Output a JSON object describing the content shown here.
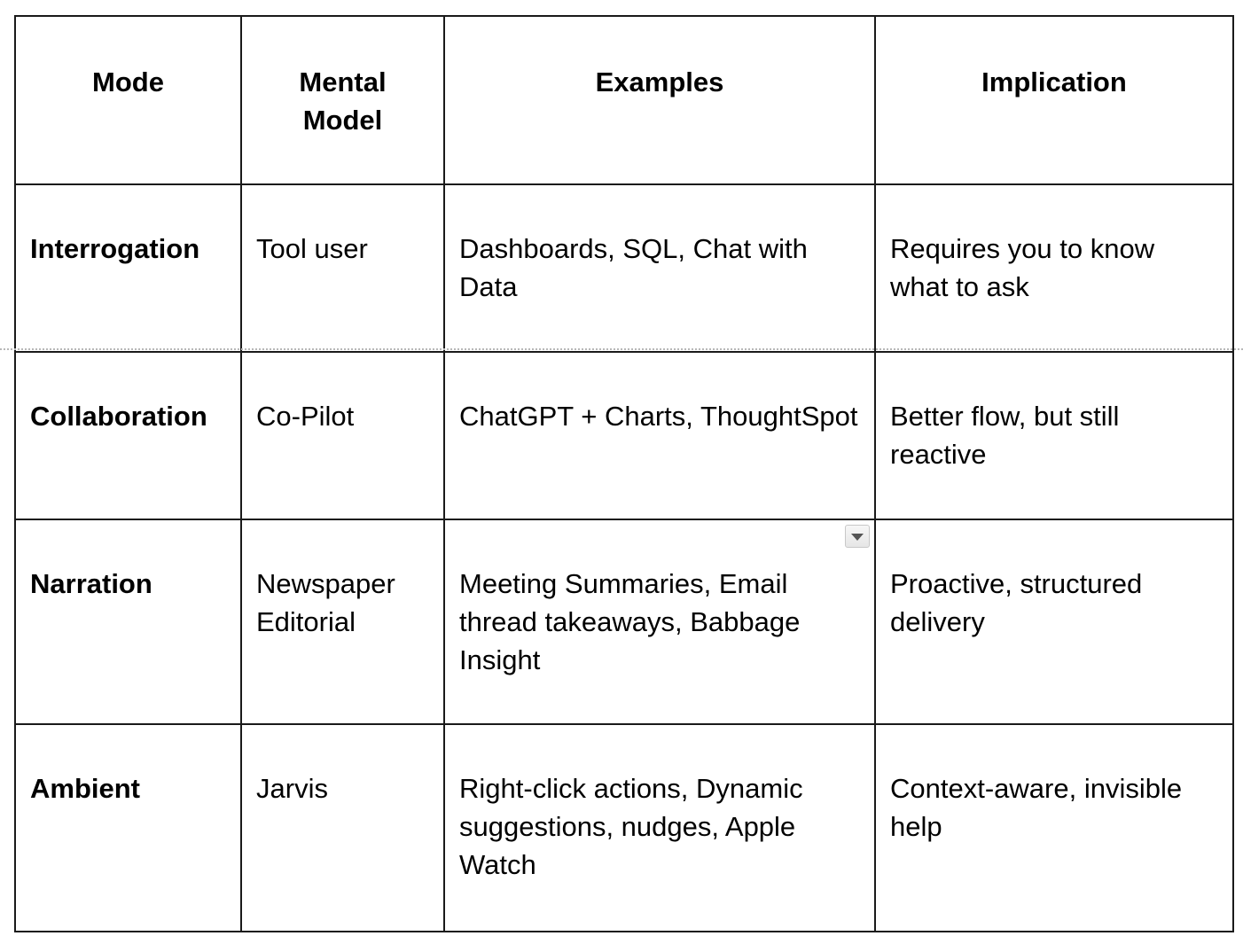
{
  "table": {
    "headers": [
      "Mode",
      "Mental Model",
      "Examples",
      "Implication"
    ],
    "rows": [
      {
        "mode": "Interrogation",
        "mental_model": "Tool user",
        "examples": "Dashboards, SQL, Chat with Data",
        "implication": "Requires you to know what to ask"
      },
      {
        "mode": "Collaboration",
        "mental_model": "Co-Pilot",
        "examples": "ChatGPT + Charts, ThoughtSpot",
        "implication": "Better flow, but still reactive"
      },
      {
        "mode": "Narration",
        "mental_model": "Newspaper Editorial",
        "examples": "Meeting Summaries, Email thread takeaways, Babbage Insight",
        "implication": "Proactive, structured delivery"
      },
      {
        "mode": "Ambient",
        "mental_model": "Jarvis",
        "examples": "Right-click actions, Dynamic suggestions, nudges, Apple Watch",
        "implication": "Context-aware, invisible help"
      }
    ]
  },
  "icons": {
    "cell_menu": "chevron-down-icon"
  }
}
